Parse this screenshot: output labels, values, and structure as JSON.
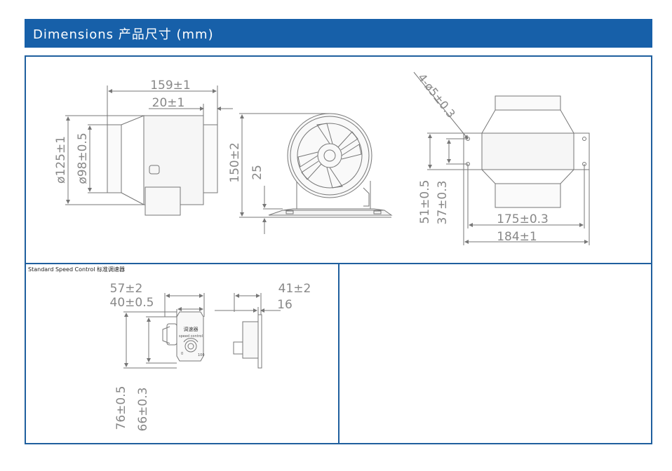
{
  "header": {
    "title": "Dimensions 产品尺寸 (mm)"
  },
  "speed_control_title": "Standard Speed Control 标准调速器",
  "side_view": {
    "length": "159±1",
    "collar": "20±1",
    "outer_diameter": "ø125±1",
    "inner_diameter": "ø98±0.5"
  },
  "front_view": {
    "height": "150±2",
    "base_height": "25"
  },
  "top_view": {
    "holes": "4-ø5±0.3",
    "bracket_outer": "51±0.5",
    "bracket_inner": "37±0.3",
    "hole_spacing": "175±0.3",
    "overall_width": "184±1"
  },
  "controller": {
    "width_outer": "57±2",
    "width_inner": "40±0.5",
    "depth_outer": "41±2",
    "depth_inner": "16",
    "height_outer": "76±0.5",
    "height_inner": "66±0.3",
    "label_cn": "调速器",
    "label_en": "speed control",
    "scale_min": "0",
    "scale_max": "100"
  },
  "colors": {
    "header_bg": "#1760a9",
    "frame": "#1f5f9e",
    "line": "#777777",
    "dim_text": "#888888"
  }
}
